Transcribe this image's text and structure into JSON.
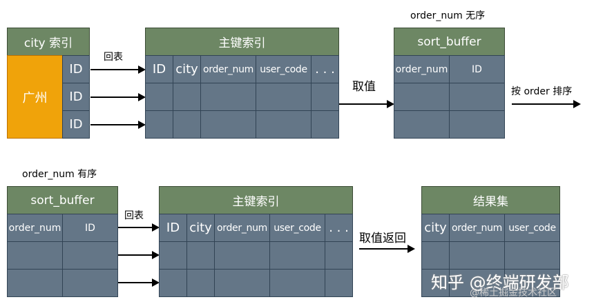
{
  "top": {
    "city_index_title": "city 索引",
    "city_value": "广州",
    "id_label": "ID",
    "back_to_table": "回表",
    "primary_index_title": "主键索引",
    "primary_columns": [
      "ID",
      "city",
      "order_num",
      "user_code",
      ". . ."
    ],
    "fetch_value": "取值",
    "unordered_note": "order_num 无序",
    "sort_buffer_title": "sort_buffer",
    "sort_buffer_columns": [
      "order_num",
      "ID"
    ],
    "sort_by_note": "按 order 排序"
  },
  "bottom": {
    "ordered_note": "order_num 有序",
    "sort_buffer_title": "sort_buffer",
    "sort_buffer_columns": [
      "order_num",
      "ID"
    ],
    "back_to_table": "回表",
    "primary_index_title": "主键索引",
    "primary_columns": [
      "ID",
      "city",
      "order_num",
      "user_code",
      ". . ."
    ],
    "fetch_return": "取值返回",
    "result_title": "结果集",
    "result_columns": [
      "city",
      "order_num",
      "user_code"
    ]
  },
  "watermark": {
    "main": "知乎 @终端研发部",
    "sub": "@稀土掘金技术社区"
  }
}
